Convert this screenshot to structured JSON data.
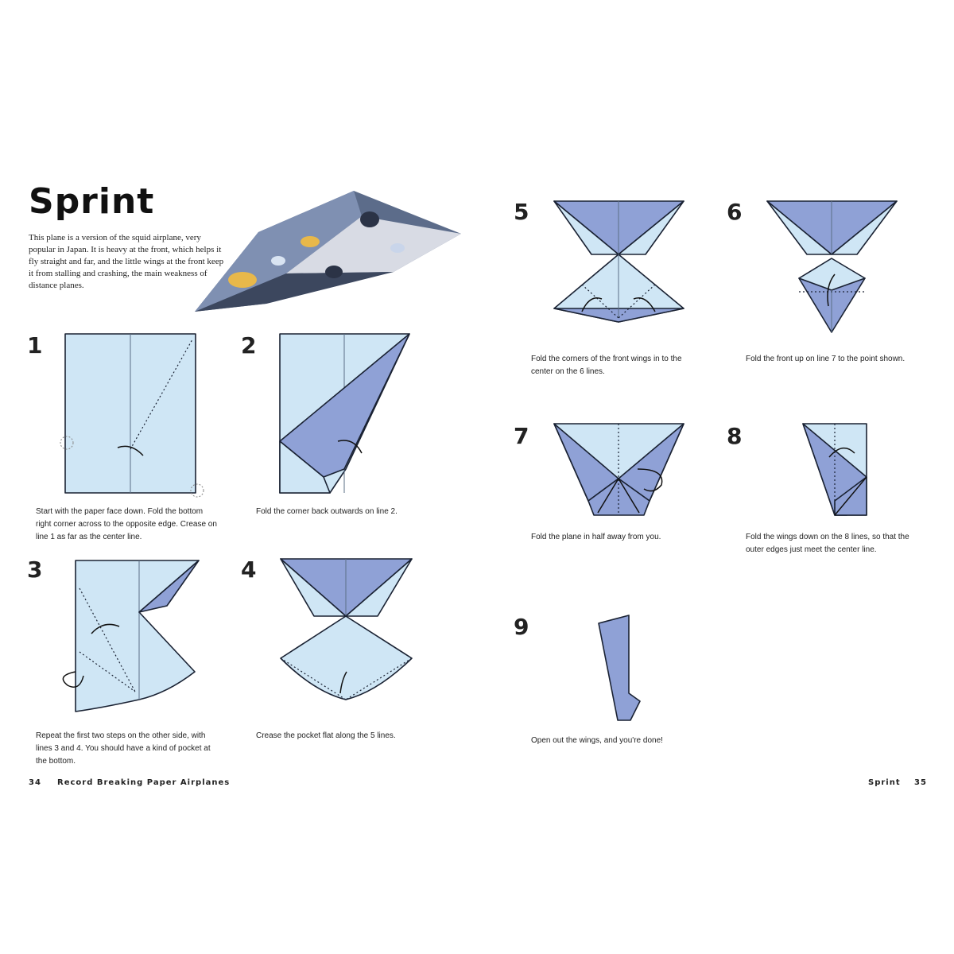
{
  "page": {
    "title": "Sprint",
    "intro": "This plane is a version of the squid airplane, very popular in Japan. It is heavy at the front, which helps it fly straight and far, and the little wings at the front keep it from stalling and crashing, the main weakness of distance planes."
  },
  "steps": [
    {
      "number": "1",
      "caption": "Start with the paper face down. Fold the bottom right corner across to the opposite edge. Crease on line 1 as far as the center line."
    },
    {
      "number": "2",
      "caption": "Fold the corner back outwards on line 2."
    },
    {
      "number": "3",
      "caption": "Repeat the first two steps on the other side, with lines 3 and 4. You should have a kind of pocket at the bottom."
    },
    {
      "number": "4",
      "caption": "Crease the pocket flat along the 5 lines."
    },
    {
      "number": "5",
      "caption": "Fold the corners of the front wings in to the center on the 6 lines."
    },
    {
      "number": "6",
      "caption": "Fold the front up on line 7 to the point shown."
    },
    {
      "number": "7",
      "caption": "Fold the plane in half away from you."
    },
    {
      "number": "8",
      "caption": "Fold the wings down on the 8 lines, so that the outer edges just meet the center line."
    },
    {
      "number": "9",
      "caption": "Open out the wings, and you're done!"
    }
  ],
  "footer": {
    "left_page_number": "34",
    "left_running_title": "Record Breaking Paper Airplanes",
    "right_running_title": "Sprint",
    "right_page_number": "35"
  },
  "colors": {
    "paper_face": "#cfe6f5",
    "paper_back": "#8fa1d6",
    "outline": "#1a2233"
  }
}
